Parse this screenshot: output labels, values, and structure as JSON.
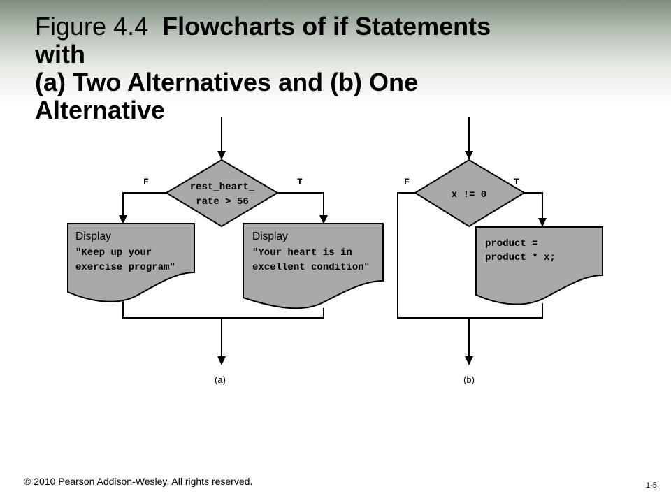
{
  "title": {
    "prefix": "Figure 4.4",
    "line1": "Flowcharts of if Statements",
    "line2": "with",
    "line3": "(a) Two Alternatives and (b) One",
    "line4": "Alternative"
  },
  "diagram_a": {
    "condition_line1": "rest_heart_",
    "condition_line2": "rate > 56",
    "false_label": "F",
    "true_label": "T",
    "false_box": {
      "heading": "Display",
      "line1": "\"Keep up your",
      "line2": "exercise program\""
    },
    "true_box": {
      "heading": "Display",
      "line1": "\"Your heart is in",
      "line2": "excellent condition\""
    },
    "caption": "(a)"
  },
  "diagram_b": {
    "condition": "x != 0",
    "false_label": "F",
    "true_label": "T",
    "true_box": {
      "line1": "product =",
      "line2": "product * x;"
    },
    "caption": "(b)"
  },
  "footer": {
    "copyright": "© 2010 Pearson Addison-Wesley. All rights reserved.",
    "page": "1-5"
  }
}
